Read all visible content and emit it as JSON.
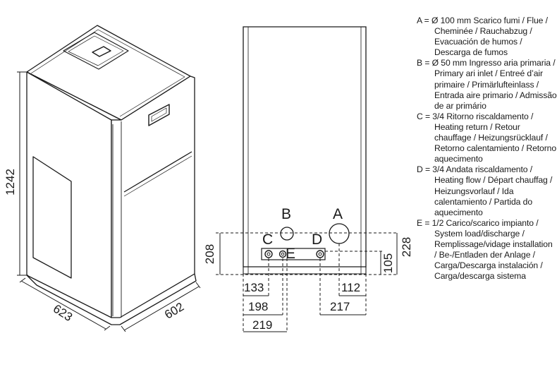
{
  "dimensions": {
    "height": "1242",
    "depth": "623",
    "width": "602",
    "connection_height_c": "208",
    "connection_height_a": "228",
    "connection_height_d": "105",
    "offset_b": "133",
    "offset_c": "198",
    "offset_e": "219",
    "offset_a": "112",
    "offset_d": "217"
  },
  "labels": {
    "a": "A",
    "b": "B",
    "c": "C",
    "d": "D",
    "e": "E"
  },
  "legend": [
    {
      "key": "A",
      "text": "A = Ø 100 mm Scarico fumi / Flue / Cheminée / Rauchabzug / Evacuación de humos / Descarga de fumos"
    },
    {
      "key": "B",
      "text": "B = Ø 50 mm Ingresso aria primaria / Primary ari inlet / Entreé d’air primaire / Primärlufteinlass / Entrada aire primario / Admissão de ar primário"
    },
    {
      "key": "C",
      "text": "C = 3/4 Ritorno riscaldamento / Heating return / Retour chauffage / Heizungsrücklauf / Retorno calentamiento / Retorno aquecimento"
    },
    {
      "key": "D",
      "text": "D = 3/4 Andata riscaldamento / Heating flow / Départ chauffag / Heizungsvorlauf / Ida calentamiento / Partida do aquecimento"
    },
    {
      "key": "E",
      "text": "E = 1/2 Carico/scarico impianto / System load/discharge / Remplissage/vidage installation / Be-/Entladen der Anlage / Carga/Descarga instalación / Carga/descarga sistema"
    }
  ]
}
